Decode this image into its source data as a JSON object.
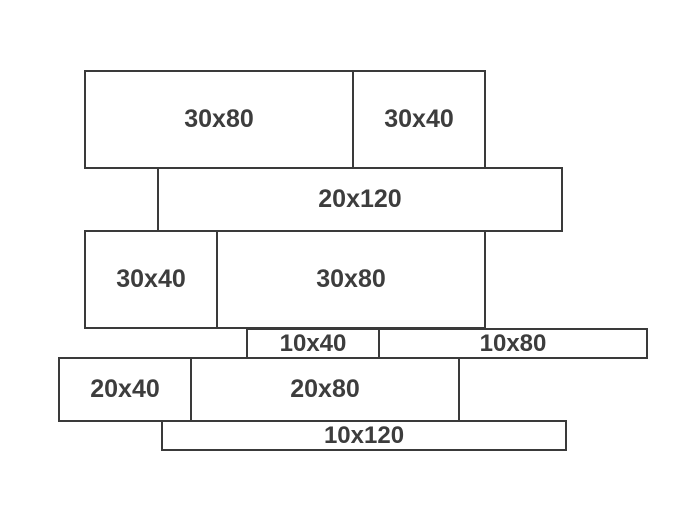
{
  "tiles": [
    {
      "label": "30x80"
    },
    {
      "label": "30x40"
    },
    {
      "label": "20x120"
    },
    {
      "label": "30x40"
    },
    {
      "label": "30x80"
    },
    {
      "label": "10x40"
    },
    {
      "label": "10x80"
    },
    {
      "label": "20x40"
    },
    {
      "label": "20x80"
    },
    {
      "label": "10x120"
    }
  ],
  "colors": {
    "border": "#3a3a3a",
    "text": "#3d3d3d",
    "background": "#ffffff"
  }
}
